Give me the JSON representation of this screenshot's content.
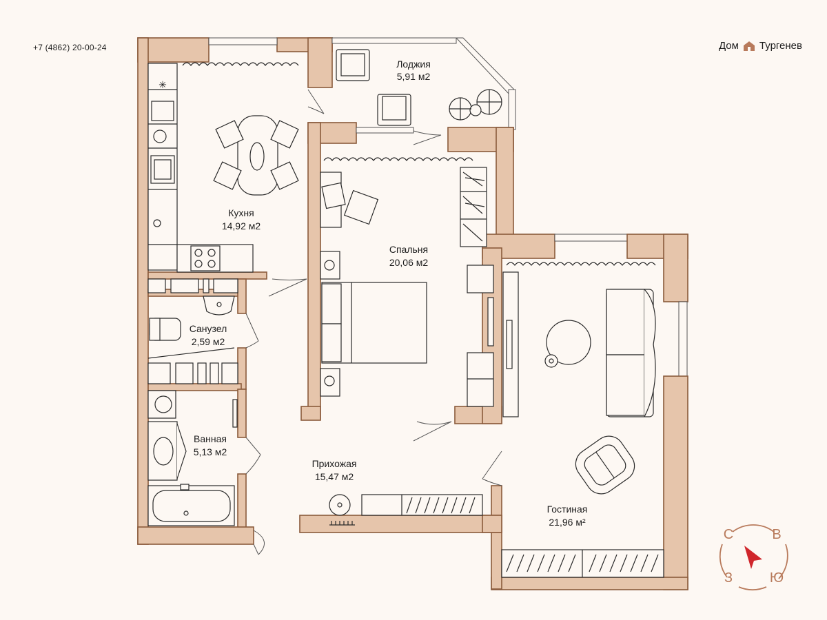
{
  "header": {
    "phone": "+7 (4862) 20-00-24",
    "brand_left": "Дом",
    "brand_right": "Тургенев",
    "brand_icon": "house-icon"
  },
  "rooms": {
    "loggia": {
      "name": "Лоджия",
      "area": "5,91 м2"
    },
    "kitchen": {
      "name": "Кухня",
      "area": "14,92 м2"
    },
    "bedroom": {
      "name": "Спальня",
      "area": "20,06 м2"
    },
    "wc": {
      "name": "Санузел",
      "area": "2,59 м2"
    },
    "bath": {
      "name": "Ванная",
      "area": "5,13 м2"
    },
    "hall": {
      "name": "Прихожая",
      "area": "15,47 м2"
    },
    "living": {
      "name": "Гостиная",
      "area": "21,96 м²"
    }
  },
  "compass": {
    "north": "С",
    "east": "В",
    "west": "З",
    "south": "Ю",
    "color": "#b87a5b",
    "arrow_color": "#d0262b"
  },
  "colors": {
    "wall_fill": "#e6c5ab",
    "wall_stroke": "#8a5a3b",
    "background": "#fdf8f3"
  }
}
